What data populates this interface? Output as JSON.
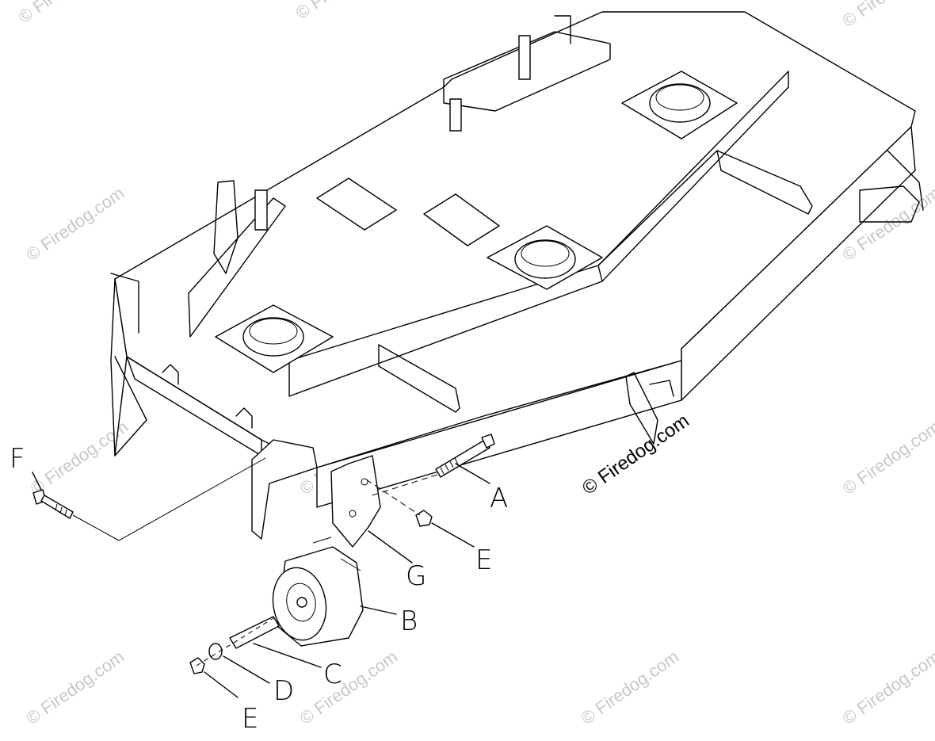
{
  "callouts": {
    "a": "A",
    "b": "B",
    "c": "C",
    "d": "D",
    "e1": "E",
    "e2": "E",
    "f": "F",
    "g": "G"
  },
  "watermark": {
    "text": "© Firedog.com"
  }
}
